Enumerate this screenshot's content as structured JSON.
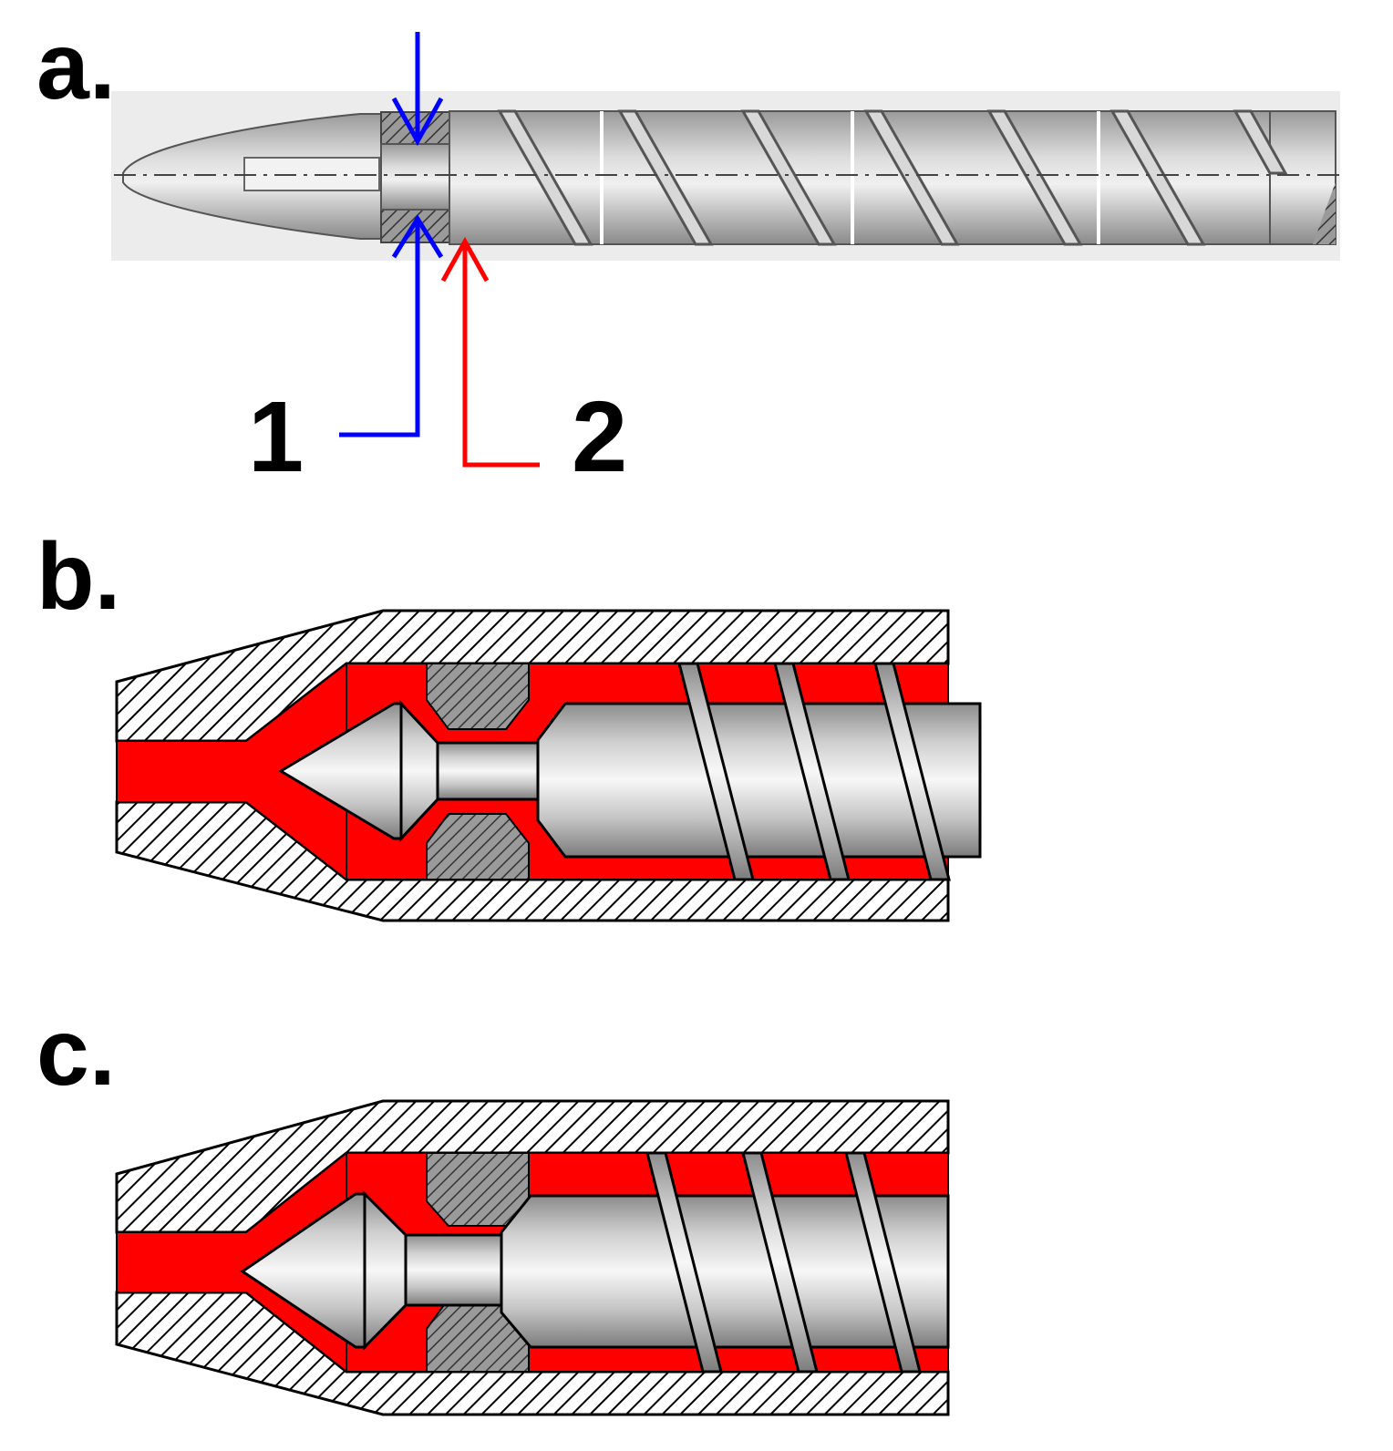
{
  "panels": [
    {
      "id": "a",
      "label": "a."
    },
    {
      "id": "b",
      "label": "b."
    },
    {
      "id": "c",
      "label": "c."
    }
  ],
  "callouts": [
    {
      "label": "1",
      "color": "#0000ff"
    },
    {
      "label": "2",
      "color": "#ff0000"
    }
  ],
  "colors": {
    "melt": "#ff0000",
    "steel": "#b8b8b8",
    "outline": "#000000"
  }
}
